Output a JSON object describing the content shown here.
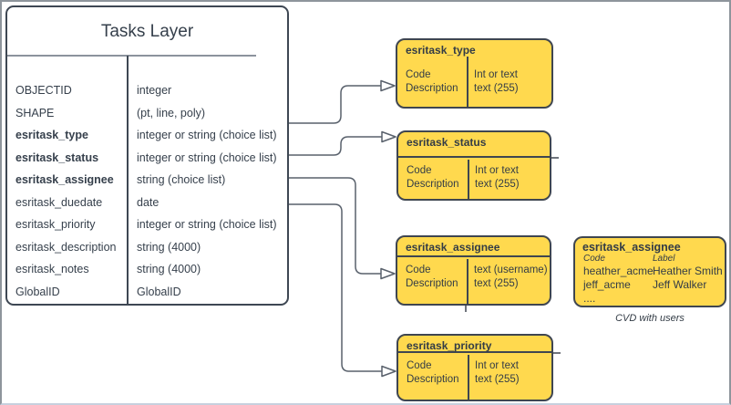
{
  "diagram": {
    "table": {
      "title": "Tasks Layer",
      "fields": [
        {
          "name": "OBJECTID",
          "type": "integer"
        },
        {
          "name": "SHAPE",
          "type": "(pt, line, poly)"
        },
        {
          "name": "esritask_type",
          "type": "integer or string (choice list)"
        },
        {
          "name": "esritask_status",
          "type": "integer or string (choice list)"
        },
        {
          "name": "esritask_assignee",
          "type": "string (choice list)"
        },
        {
          "name": "esritask_duedate",
          "type": "date"
        },
        {
          "name": "esritask_priority",
          "type": "integer or string (choice list)"
        },
        {
          "name": "esritask_description",
          "type": "string (4000)"
        },
        {
          "name": "esritask_notes",
          "type": "string (4000)"
        },
        {
          "name": "GlobalID",
          "type": "GlobalID"
        }
      ]
    },
    "domain_boxes": [
      {
        "title": "esritask_type",
        "rows_left": [
          "Code",
          "Description"
        ],
        "rows_right": [
          "Int or text",
          "text (255)"
        ]
      },
      {
        "title": "esritask_status",
        "rows_left": [
          "Code",
          "Description"
        ],
        "rows_right": [
          "Int or text",
          "text (255)"
        ]
      },
      {
        "title": "esritask_assignee",
        "rows_left": [
          "Code",
          "Description"
        ],
        "rows_right": [
          "text (username)",
          "text (255)"
        ]
      },
      {
        "title": "esritask_priority",
        "rows_left": [
          "Code",
          "Description"
        ],
        "rows_right": [
          "Int or text",
          "text (255)"
        ]
      }
    ],
    "cvd_box": {
      "title": "esritask_assignee",
      "columns": [
        "Code",
        "Label"
      ],
      "rows": [
        {
          "code": "heather_acme",
          "label": "Heather Smith"
        },
        {
          "code": "jeff_acme",
          "label": "Jeff Walker"
        }
      ],
      "more": "....",
      "caption": "CVD with users"
    },
    "colors": {
      "domain_fill": "#FFD94E",
      "domain_stroke": "#3F4650",
      "table_stroke": "#3E4753",
      "connector": "#59616C",
      "text": "#36404C"
    }
  }
}
